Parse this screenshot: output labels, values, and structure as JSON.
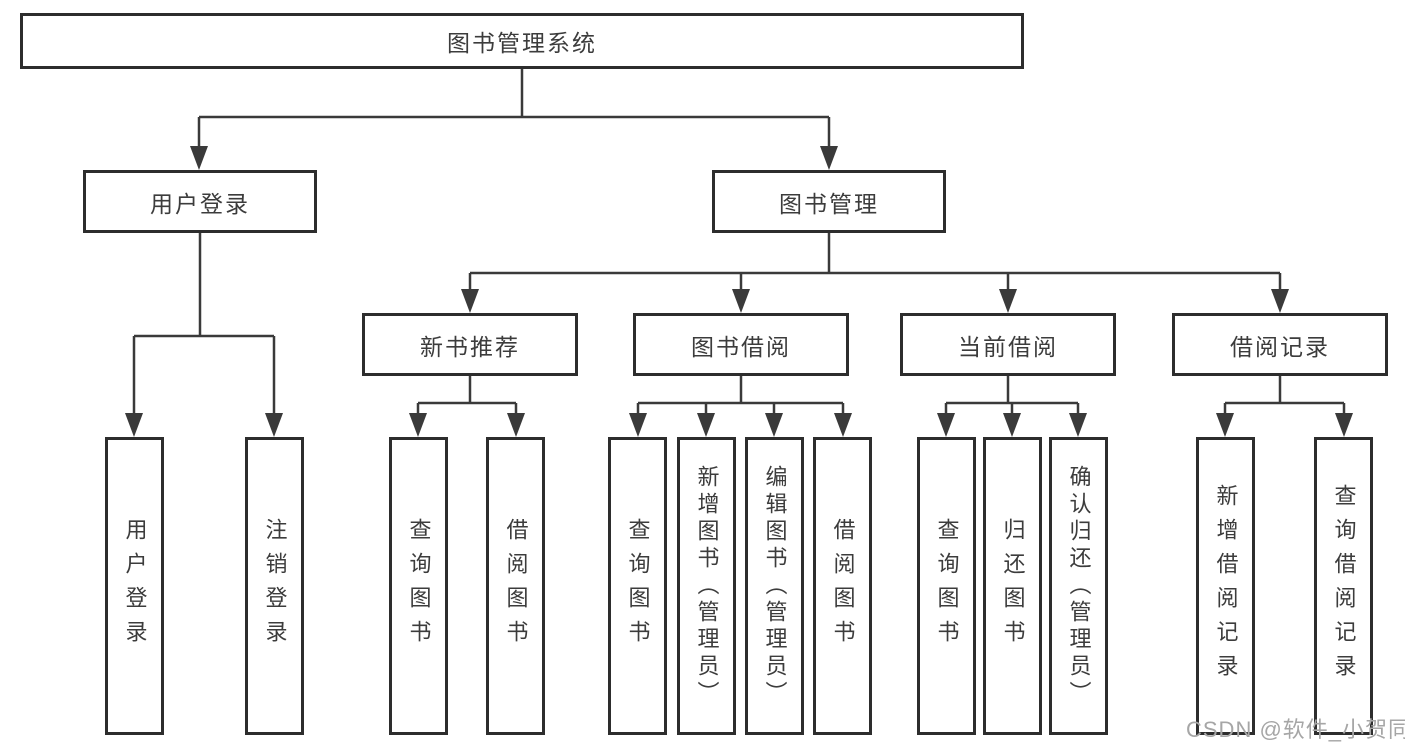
{
  "diagram": {
    "type": "hierarchy-diagram",
    "root": {
      "label": "图书管理系统",
      "children": [
        {
          "label": "用户登录",
          "children": [
            {
              "label": "用户登录"
            },
            {
              "label": "注销登录"
            }
          ]
        },
        {
          "label": "图书管理",
          "children": [
            {
              "label": "新书推荐",
              "children": [
                {
                  "label": "查询图书"
                },
                {
                  "label": "借阅图书"
                }
              ]
            },
            {
              "label": "图书借阅",
              "children": [
                {
                  "label": "查询图书"
                },
                {
                  "label": "新增图书（管理员）"
                },
                {
                  "label": "编辑图书（管理员）"
                },
                {
                  "label": "借阅图书"
                }
              ]
            },
            {
              "label": "当前借阅",
              "children": [
                {
                  "label": "查询图书"
                },
                {
                  "label": "归还图书"
                },
                {
                  "label": "确认归还（管理员）"
                }
              ]
            },
            {
              "label": "借阅记录",
              "children": [
                {
                  "label": "新增借阅记录"
                },
                {
                  "label": "查询借阅记录"
                }
              ]
            }
          ]
        }
      ]
    }
  },
  "watermark": {
    "text": "CSDN @软件_小贺同学"
  },
  "colors": {
    "line": "#3a3a3a",
    "border": "#2d2d2d",
    "text": "#3c3c3c",
    "box_bg": "#ffffff",
    "background": "#ffffff",
    "watermark": "#a6a6a6"
  }
}
